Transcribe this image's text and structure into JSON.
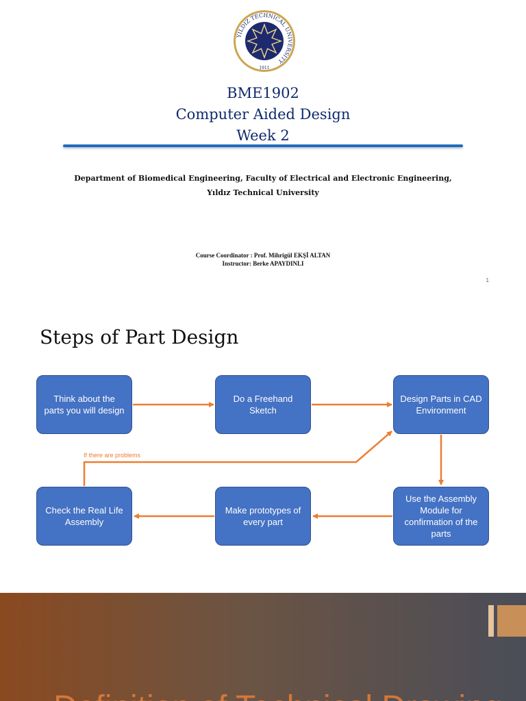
{
  "slide1": {
    "logo": {
      "ring_text": "YILDIZ TECHNICAL UNIVERSITY",
      "year": "1911",
      "colors": {
        "ring": "#c9a64f",
        "field": "#1e2a6e",
        "star": "#f0d98a"
      }
    },
    "title_lines": [
      "BME1902",
      "Computer Aided Design",
      "Week 2"
    ],
    "department_lines": [
      "Department of Biomedical Engineering, Faculty of Electrical and Electronic Engineering,",
      "Yıldız Technical University"
    ],
    "coordinator": "Course Coordinator : Prof. Mihrigül EKŞİ ALTAN",
    "instructor": "Instructor: Berke APAYDINLI",
    "page_number": "1"
  },
  "slide2": {
    "title": "Steps of Part Design",
    "steps": [
      "Think about the parts you will design",
      "Do a Freehand Sketch",
      "Design Parts in CAD Environment",
      "Use the Assembly Module for confirmation of the parts",
      "Make prototypes of every part",
      "Check the Real Life Assembly"
    ],
    "loop_label": "If there are problems",
    "colors": {
      "box": "#4472c4",
      "arrow": "#ed7d31"
    }
  },
  "slide3": {
    "title": "Definition of Technical Drawing",
    "colors": {
      "title": "#d4773a"
    }
  }
}
